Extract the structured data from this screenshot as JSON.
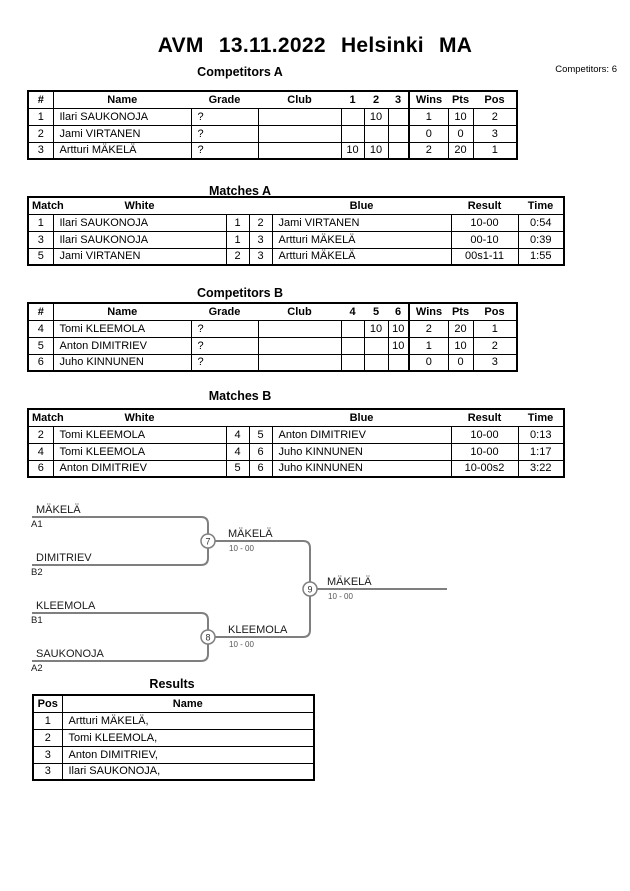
{
  "page": {
    "title": "AVM  13.11.2022  Helsinki   MA",
    "competitors_count_label": "Competitors: 6"
  },
  "competitors_a": {
    "title": "Competitors A",
    "headers": [
      "#",
      "Name",
      "Grade",
      "Club",
      "1",
      "2",
      "3",
      "Wins",
      "Pts",
      "Pos"
    ],
    "rows": [
      {
        "num": "1",
        "name": "Ilari SAUKONOJA",
        "grade": "?",
        "club": "",
        "g1": "",
        "g2": "10",
        "g3": "",
        "wins": "1",
        "pts": "10",
        "pos": "2"
      },
      {
        "num": "2",
        "name": "Jami VIRTANEN",
        "grade": "?",
        "club": "",
        "g1": "",
        "g2": "",
        "g3": "",
        "wins": "0",
        "pts": "0",
        "pos": "3"
      },
      {
        "num": "3",
        "name": "Artturi MÄKELÄ",
        "grade": "?",
        "club": "",
        "g1": "10",
        "g2": "10",
        "g3": "",
        "wins": "2",
        "pts": "20",
        "pos": "1"
      }
    ]
  },
  "matches_a": {
    "title": "Matches A",
    "headers": [
      "Match",
      "White",
      "Blue",
      "Result",
      "Time"
    ],
    "rows": [
      {
        "match": "1",
        "white": "Ilari SAUKONOJA",
        "wnum": "1",
        "bnum": "2",
        "blue": "Jami VIRTANEN",
        "result": "10-00",
        "time": "0:54"
      },
      {
        "match": "3",
        "white": "Ilari SAUKONOJA",
        "wnum": "1",
        "bnum": "3",
        "blue": "Artturi MÄKELÄ",
        "result": "00-10",
        "time": "0:39"
      },
      {
        "match": "5",
        "white": "Jami VIRTANEN",
        "wnum": "2",
        "bnum": "3",
        "blue": "Artturi MÄKELÄ",
        "result": "00s1-11",
        "time": "1:55"
      }
    ]
  },
  "competitors_b": {
    "title": "Competitors B",
    "headers": [
      "#",
      "Name",
      "Grade",
      "Club",
      "4",
      "5",
      "6",
      "Wins",
      "Pts",
      "Pos"
    ],
    "rows": [
      {
        "num": "4",
        "name": "Tomi KLEEMOLA",
        "grade": "?",
        "club": "",
        "g1": "",
        "g2": "10",
        "g3": "10",
        "wins": "2",
        "pts": "20",
        "pos": "1"
      },
      {
        "num": "5",
        "name": "Anton DIMITRIEV",
        "grade": "?",
        "club": "",
        "g1": "",
        "g2": "",
        "g3": "10",
        "wins": "1",
        "pts": "10",
        "pos": "2"
      },
      {
        "num": "6",
        "name": "Juho KINNUNEN",
        "grade": "?",
        "club": "",
        "g1": "",
        "g2": "",
        "g3": "",
        "wins": "0",
        "pts": "0",
        "pos": "3"
      }
    ]
  },
  "matches_b": {
    "title": "Matches B",
    "headers": [
      "Match",
      "White",
      "Blue",
      "Result",
      "Time"
    ],
    "rows": [
      {
        "match": "2",
        "white": "Tomi KLEEMOLA",
        "wnum": "4",
        "bnum": "5",
        "blue": "Anton DIMITRIEV",
        "result": "10-00",
        "time": "0:13"
      },
      {
        "match": "4",
        "white": "Tomi KLEEMOLA",
        "wnum": "4",
        "bnum": "6",
        "blue": "Juho KINNUNEN",
        "result": "10-00",
        "time": "1:17"
      },
      {
        "match": "6",
        "white": "Anton DIMITRIEV",
        "wnum": "5",
        "bnum": "6",
        "blue": "Juho KINNUNEN",
        "result": "10-00s2",
        "time": "3:22"
      }
    ]
  },
  "bracket": {
    "entries": [
      {
        "name": "MÄKELÄ",
        "seed": "A1"
      },
      {
        "name": "DIMITRIEV",
        "seed": "B2"
      },
      {
        "name": "KLEEMOLA",
        "seed": "B1"
      },
      {
        "name": "SAUKONOJA",
        "seed": "A2"
      }
    ],
    "semifinal_1": {
      "match_no": "7",
      "winner": "MÄKELÄ",
      "score": "10 - 00"
    },
    "semifinal_2": {
      "match_no": "8",
      "winner": "KLEEMOLA",
      "score": "10 - 00"
    },
    "final": {
      "match_no": "9",
      "winner": "MÄKELÄ",
      "score": "10 - 00"
    }
  },
  "results": {
    "title": "Results",
    "headers": [
      "Pos",
      "Name"
    ],
    "rows": [
      {
        "pos": "1",
        "name": "Artturi MÄKELÄ,"
      },
      {
        "pos": "2",
        "name": "Tomi KLEEMOLA,"
      },
      {
        "pos": "3",
        "name": "Anton DIMITRIEV,"
      },
      {
        "pos": "3",
        "name": "Ilari SAUKONOJA,"
      }
    ]
  },
  "colors": {
    "line_gray": "#7f7f7f",
    "border_black": "#000000"
  }
}
